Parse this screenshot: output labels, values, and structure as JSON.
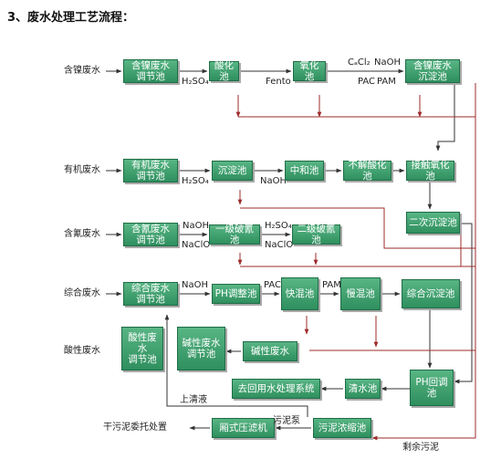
{
  "title": "3、废水处理工艺流程：",
  "nodes": {
    "ni_tank": "含镍废水\n调节池",
    "acidify": "酸化池",
    "oxidize": "氧化池",
    "ni_settle": "含镍废水\n沉淀池",
    "org_tank": "有机废水\n调节池",
    "org_settle": "沉淀池",
    "neutral": "中和池",
    "no_acidify": "不解酸化池",
    "contact_ox": "接触氧化池",
    "cn_tank": "含氰废水\n调节池",
    "cn_break1": "一级破氰池",
    "cn_break2": "二级破氰池",
    "settle2": "二次沉淀池",
    "mix_tank": "综合废水\n调节池",
    "ph_adjust": "PH调整池",
    "fast_mix": "快混池",
    "slow_mix": "慢混池",
    "combo_settle": "综合沉淀池",
    "acid_tank": "酸性废水\n调节池",
    "alk_pool": "碱性废水\n调节池",
    "alk_water": "碱性废水",
    "reuse": "去回用水处理系统",
    "clear": "清水池",
    "ph_back": "PH回调池",
    "press": "厢式压滤机",
    "sludge": "污泥浓缩池"
  },
  "labels": {
    "in_ni": "含镍废水",
    "in_org": "有机废水",
    "in_cn": "含氰废水",
    "in_mix": "综合废水",
    "in_acid": "酸性废水",
    "h2so4_a": "H₂SO₄",
    "fento": "Fento",
    "cacl2": "CₐCl₂",
    "naoh_a": "NaOH",
    "pac_a": "PAC",
    "pam_a": "PAM",
    "h2so4_b": "H₂SO₄",
    "naoh_b": "NaOH",
    "naoh_c": "NaOH",
    "naclo_c": "NaClO",
    "h2so4_c": "H₂SO₄",
    "naclo_d": "NaClO",
    "naoh_d": "NaOH",
    "pac_d": "PAC",
    "pam_d": "PAM",
    "supernatant": "上清液",
    "sludge_pump": "污泥泵",
    "remain_sludge": "剩余污泥",
    "dry_sludge": "干污泥委托处置"
  },
  "colors": {
    "node_top": "#58b584",
    "node_bottom": "#2f8f5e",
    "flow_line": "#333333",
    "sludge_line": "#9e2b2b"
  }
}
